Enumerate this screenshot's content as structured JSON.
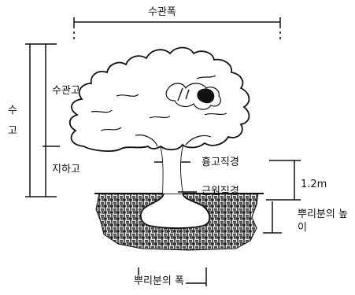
{
  "labels": {
    "crown_width": "수관폭",
    "tree_height": "수고",
    "crown_height": "수관고",
    "trunk_clear_height": "지하고",
    "dbh": "흉고직경",
    "root_collar_diameter": "근원직경",
    "breast_height": "1.2m",
    "rootball_depth": "뿌리분의 높이",
    "rootball_width": "뿌리분의 폭"
  },
  "colors": {
    "ink": "#111111",
    "background": "#ffffff"
  }
}
